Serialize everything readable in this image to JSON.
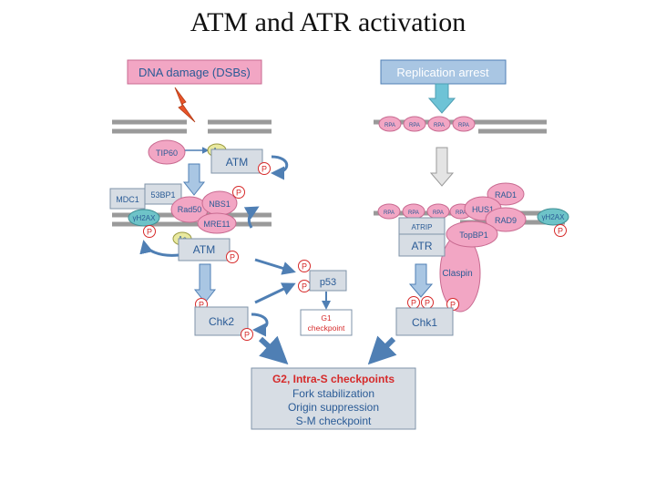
{
  "title": "ATM and ATR activation",
  "colors": {
    "pink": "#f2a6c4",
    "pink_stroke": "#c86a90",
    "blue": "#a9c6e3",
    "blue_stroke": "#4f7fb4",
    "box_fill": "#d7dde4",
    "box_stroke": "#7f93a8",
    "text_blue": "#2a5b96",
    "red": "#d62a2a",
    "dna": "#9a9a9a",
    "h2ax": "#6ec3c8"
  },
  "left": {
    "header": "DNA damage (DSBs)",
    "tip60": "TIP60",
    "ac": "Ac",
    "atm": "ATM",
    "mdc1": "MDC1",
    "bp53": "53BP1",
    "nbs1": "NBS1",
    "rad50": "Rad50",
    "mre11": "MRE11",
    "h2ax": "γH2AX",
    "chk2": "Chk2"
  },
  "right": {
    "header": "Replication arrest",
    "rpa": "RPA",
    "atrip": "ATRIP",
    "atr": "ATR",
    "rad1": "RAD1",
    "hus1": "HUS1",
    "rad9": "RAD9",
    "topbp1": "TopBP1",
    "h2ax": "γH2AX",
    "claspin": "Claspin",
    "chk1": "Chk1"
  },
  "center": {
    "p53": "p53",
    "g1": [
      "G1",
      "checkpoint"
    ]
  },
  "phospho": "P",
  "outcome": {
    "title": "G2, Intra-S checkpoints",
    "lines": [
      "Fork stabilization",
      "Origin suppression",
      "S-M checkpoint"
    ]
  }
}
